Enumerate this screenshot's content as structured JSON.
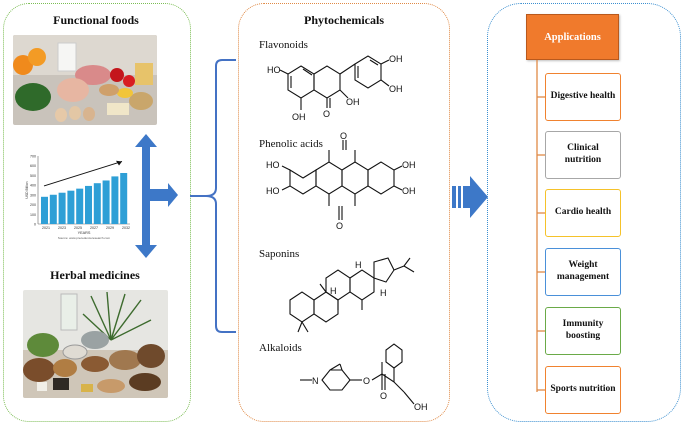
{
  "functional_foods": {
    "title": "Functional foods",
    "chart": {
      "ylabel": "USD Billion",
      "xlabel": "YEARS",
      "source": "Source: www.precedenceresearch.com",
      "yticks": [
        "700",
        "600",
        "500",
        "400",
        "300",
        "200",
        "100",
        "0"
      ],
      "xticks": [
        "2021",
        "2023",
        "2025",
        "2027",
        "2029",
        "2032"
      ]
    }
  },
  "herbal_medicines": {
    "title": "Herbal medicines"
  },
  "phytochemicals": {
    "title": "Phytochemicals",
    "items": [
      "Flavonoids",
      "Phenolic acids",
      "Saponins",
      "Alkaloids"
    ],
    "atoms": {
      "oh": "OH",
      "ho": "HO",
      "o": "O",
      "h": "H",
      "n": "N"
    }
  },
  "applications": {
    "title": "Applications",
    "items": [
      {
        "label": "Digestive health",
        "color": "#f0822f"
      },
      {
        "label": "Clinical nutrition",
        "color": "#a7a7a7"
      },
      {
        "label": "Cardio health",
        "color": "#f5c22a"
      },
      {
        "label": "Weight management",
        "color": "#4a90d9"
      },
      {
        "label": "Immunity boosting",
        "color": "#6aaa48"
      },
      {
        "label": "Sports nutrition",
        "color": "#f0822f"
      }
    ]
  },
  "colors": {
    "arrow_blue": "#3d78c8",
    "bracket_blue": "#4472c4"
  }
}
